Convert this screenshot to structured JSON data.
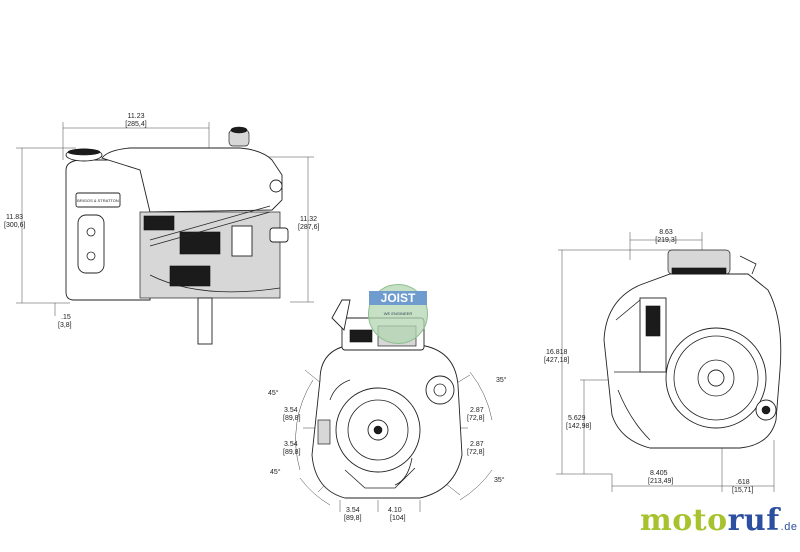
{
  "side_view": {
    "width_in": "11.23",
    "width_mm": "[285,4]",
    "height_in": "11.83",
    "height_mm": "[300,6]",
    "height2_in": "11.32",
    "height2_mm": "[287,6]",
    "offset_in": ".15",
    "offset_mm": "[3,8]",
    "brand_badge": "BRIGGS & STRATTON"
  },
  "bottom_view": {
    "angle_top_left": "45°",
    "angle_top_right": "35°",
    "angle_bottom_left": "45°",
    "angle_bottom_right": "35°",
    "left_dims": [
      {
        "in": "3.54",
        "mm": "[89,8]"
      },
      {
        "in": "3.54",
        "mm": "[89,8]"
      }
    ],
    "right_dims": [
      {
        "in": "2.87",
        "mm": "[72,8]"
      },
      {
        "in": "2.87",
        "mm": "[72,8]"
      }
    ],
    "bottom_dims": [
      {
        "in": "3.54",
        "mm": "[89,8]"
      },
      {
        "in": "4.10",
        "mm": "[104]"
      }
    ]
  },
  "front_view": {
    "width_in": "8.63",
    "width_mm": "[219,3]",
    "height_in": "16.818",
    "height_mm": "[427,18]",
    "mid_in": "5.629",
    "mid_mm": "[142,98]",
    "bottom_in": "8.405",
    "bottom_mm": "[213,49]",
    "small_in": ".618",
    "small_mm": "[15,71]"
  },
  "stamp": {
    "title": "JOIST",
    "subtitle": "WE ENGINEER"
  },
  "watermark": {
    "part1": "moto",
    "part2": "ruf",
    "suffix": ".de"
  }
}
